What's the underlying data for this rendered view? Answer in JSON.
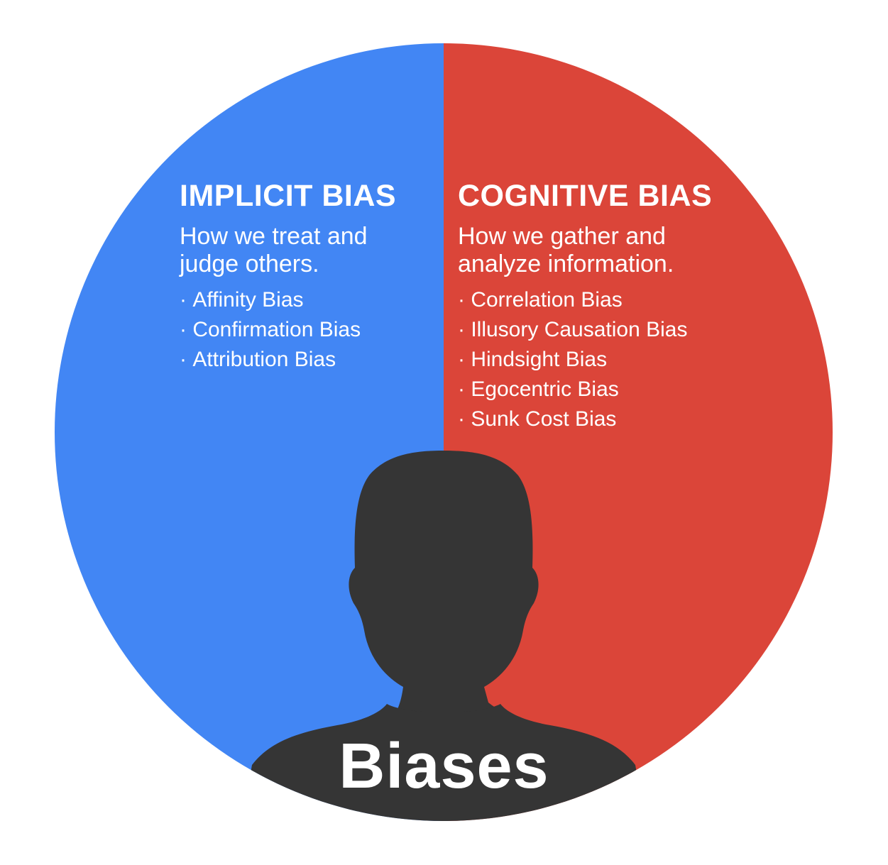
{
  "colors": {
    "implicit": "#4286f4",
    "cognitive": "#db4539",
    "silhouette": "#353535",
    "text": "#ffffff"
  },
  "implicit": {
    "title": "IMPLICIT BIAS",
    "description": "How we treat and\njudge others.",
    "items": [
      "Affinity Bias",
      "Confirmation Bias",
      "Attribution Bias"
    ]
  },
  "cognitive": {
    "title": "COGNITIVE BIAS",
    "description": "How we gather and\nanalyze information.",
    "items": [
      "Correlation Bias",
      "Illusory Causation Bias",
      "Hindsight Bias",
      "Egocentric Bias",
      "Sunk Cost Bias"
    ]
  },
  "center": {
    "label": "Biases",
    "icon": "person-silhouette-icon"
  }
}
